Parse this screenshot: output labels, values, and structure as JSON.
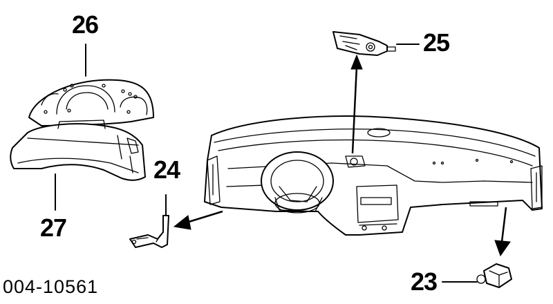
{
  "callouts": {
    "c26": "26",
    "c25": "25",
    "c24": "24",
    "c27": "27",
    "c23": "23"
  },
  "figure_code": "004-10561"
}
